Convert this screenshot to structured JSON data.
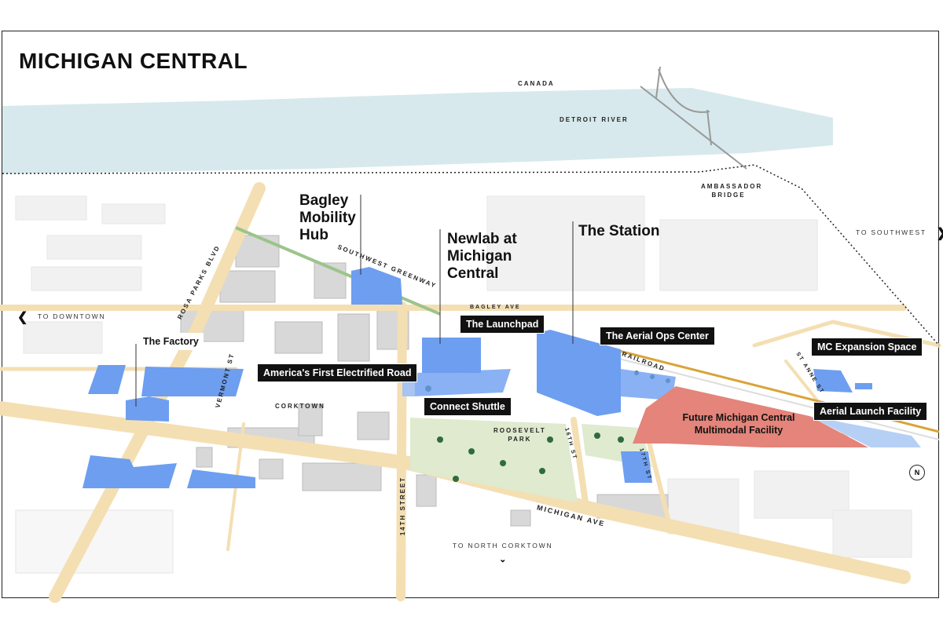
{
  "title": "MICHIGAN CENTRAL",
  "geography": {
    "canada": "CANADA",
    "river": "DETROIT RIVER",
    "bridge": "AMBASSADOR BRIDGE"
  },
  "sites": {
    "bagley": "Bagley Mobility Hub",
    "newlab": "Newlab at Michigan Central",
    "station": "The Station",
    "factory": "The Factory",
    "launchpad": "The Launchpad",
    "aerial_ops": "The Aerial Ops Center",
    "electrified_road": "America's First Electrified Road",
    "connect_shuttle": "Connect Shuttle",
    "mc_expansion": "MC Expansion Space",
    "aerial_launch": "Aerial Launch Facility",
    "multimodal_line1": "Future Michigan Central",
    "multimodal_line2": "Multimodal Facility"
  },
  "streets": {
    "rosa_parks": "ROSA PARKS BLVD",
    "vermont": "VERMONT ST",
    "corktown": "CORKTOWN",
    "greenway": "SOUTHWEST GREENWAY",
    "bagley_ave": "BAGLEY AVE",
    "railroad": "RAILROAD",
    "st_anne": "ST ANNE ST",
    "roosevelt1": "ROOSEVELT",
    "roosevelt2": "PARK",
    "sixteenth": "16TH ST",
    "seventeenth": "17TH ST",
    "fourteenth": "14TH STREET",
    "michigan_ave": "MICHIGAN AVE"
  },
  "navigation": {
    "downtown": "TO DOWNTOWN",
    "southwest": "TO SOUTHWEST",
    "north_corktown": "TO NORTH CORKTOWN",
    "compass": "N"
  },
  "colors": {
    "site_blue": "#6d9ef0",
    "future_red": "#e4847a",
    "river": "#d7e9ec",
    "road": "#f4dfb3",
    "park": "#dfeacf"
  }
}
